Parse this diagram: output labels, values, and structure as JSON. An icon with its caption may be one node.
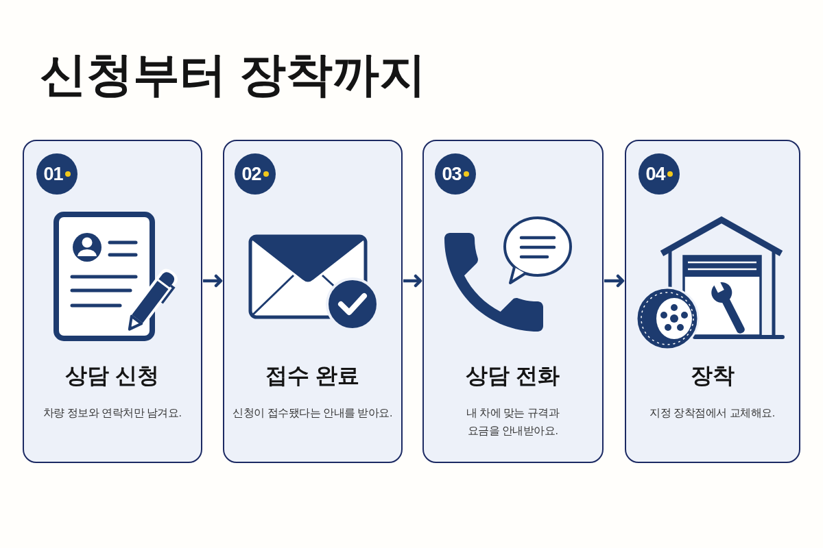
{
  "diagram": {
    "title": "신청부터 장착까지",
    "nodes": [
      {
        "text": [
          "상담 신청",
          "차량 정보와 연락처만 남겨요."
        ]
      },
      {
        "text": [
          "01"
        ],
        "in": 0
      },
      {
        "text": [
          "접수 완료",
          "신청이 접수됐다는 안내를 받아요."
        ]
      },
      {
        "text": [
          "02"
        ],
        "in": 2
      },
      {
        "text": [
          "상담 전화",
          "내 차에 맞는 규격과 요금을 안내받아요."
        ]
      },
      {
        "text": [
          "03"
        ],
        "in": 4
      },
      {
        "text": [
          "장착",
          "지정 장착점에서 교체해요."
        ]
      },
      {
        "text": [
          "04"
        ],
        "in": 6
      }
    ],
    "edges": [
      {
        "from": 0,
        "to": 2,
        "arrow": "to"
      },
      {
        "from": 2,
        "to": 4,
        "arrow": "to"
      },
      {
        "from": 4,
        "to": 6,
        "arrow": "to"
      }
    ]
  }
}
